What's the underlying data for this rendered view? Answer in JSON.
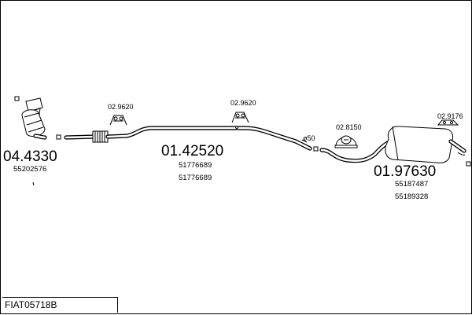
{
  "parts": {
    "catalyst": {
      "number": "04.4330",
      "oem": [
        "55202576"
      ]
    },
    "middle_pipe": {
      "number": "01.42520",
      "oem": [
        "51776689",
        "51776689"
      ]
    },
    "rear_silencer": {
      "number": "01.97630",
      "oem": [
        "55187487",
        "55189328"
      ]
    }
  },
  "fittings": {
    "hanger_a": "02.9620",
    "hanger_b": "02.9620",
    "hanger_c": "02.8150",
    "hanger_d": "02.9176"
  },
  "diameter_label": "ø50",
  "reference_code": "FIAT05718B",
  "colors": {
    "line": "#000000",
    "background": "#ffffff"
  }
}
